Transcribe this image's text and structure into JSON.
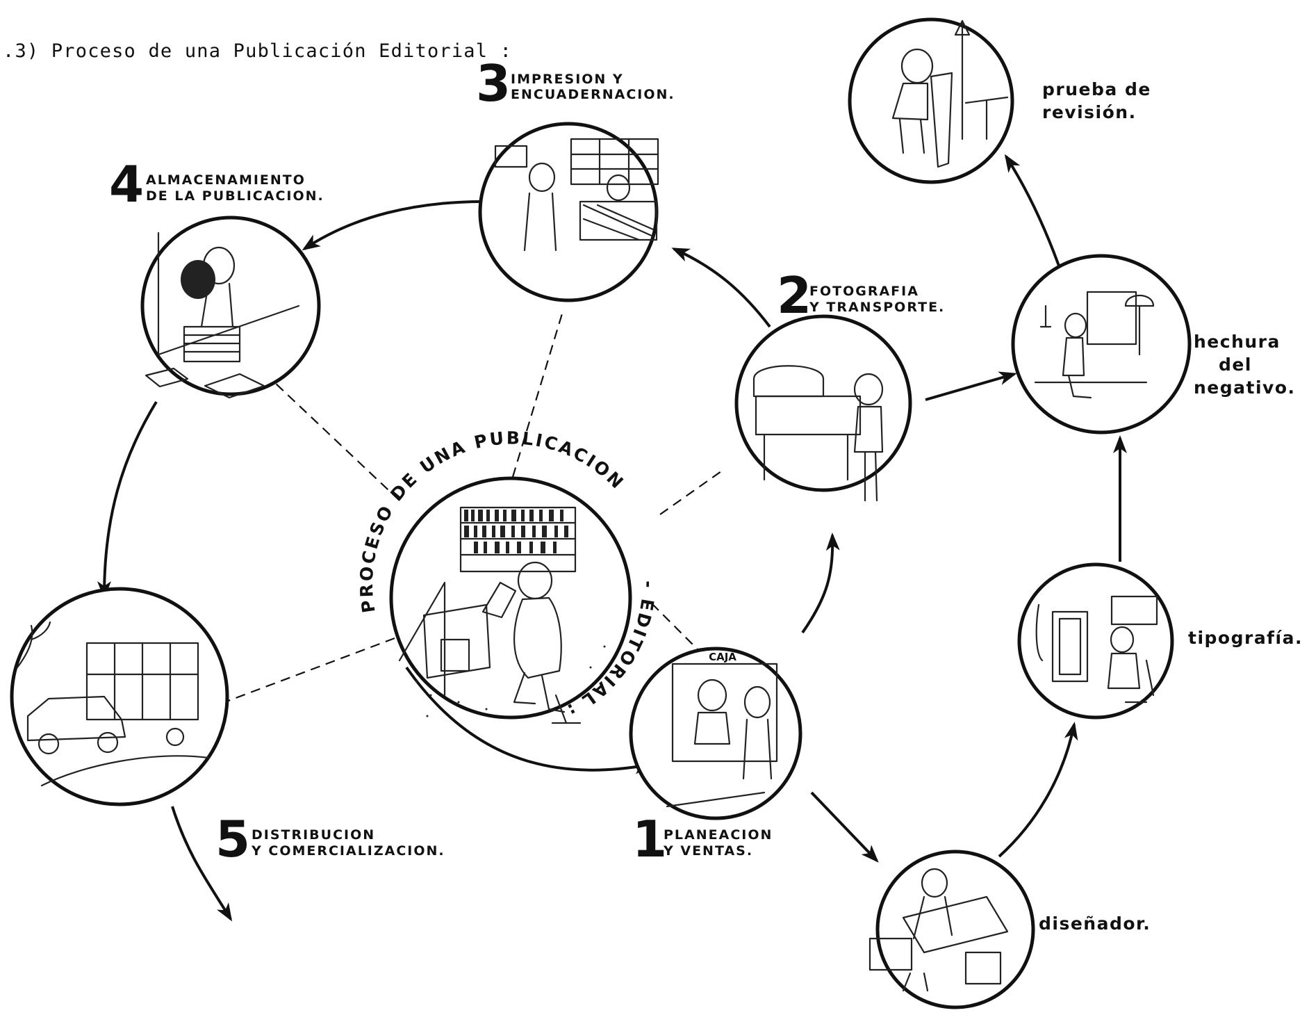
{
  "title": ".3) Proceso de una Publicación Editorial :",
  "center": {
    "ring_text_1": "PROCESO DE UNA PUBLICACION",
    "ring_text_2": "- EDITORIAL :"
  },
  "stages": [
    {
      "id": "1",
      "number": "1",
      "line1": "PLANEACION",
      "line2": "Y VENTAS."
    },
    {
      "id": "2",
      "number": "2",
      "line1": "FOTOGRAFIA",
      "line2": "Y TRANSPORTE."
    },
    {
      "id": "3",
      "number": "3",
      "line1": "IMPRESION Y",
      "line2": "ENCUADERNACION."
    },
    {
      "id": "4",
      "number": "4",
      "line1": "ALMACENAMIENTO",
      "line2": "DE LA PUBLICACION."
    },
    {
      "id": "5",
      "number": "5",
      "line1": "DISTRIBUCION",
      "line2": "Y COMERCIALIZACION."
    }
  ],
  "side_steps": [
    {
      "id": "disenador",
      "lines": [
        "diseñador."
      ]
    },
    {
      "id": "tipografia",
      "lines": [
        "tipografía."
      ]
    },
    {
      "id": "hechura",
      "lines": [
        "hechura",
        "del",
        "negativo."
      ]
    },
    {
      "id": "prueba",
      "lines": [
        "prueba de",
        "revisión."
      ]
    }
  ],
  "cashier_sign": "CAJA",
  "colors": {
    "ink": "#111111",
    "paper": "#ffffff"
  },
  "icons": [
    "office-scene",
    "cashier-scene",
    "graphic-camera-scene",
    "printing-scene",
    "warehouse-scene",
    "truck-scene",
    "designer-scene",
    "typesetter-scene",
    "darkroom-scene",
    "proofreader-scene"
  ]
}
